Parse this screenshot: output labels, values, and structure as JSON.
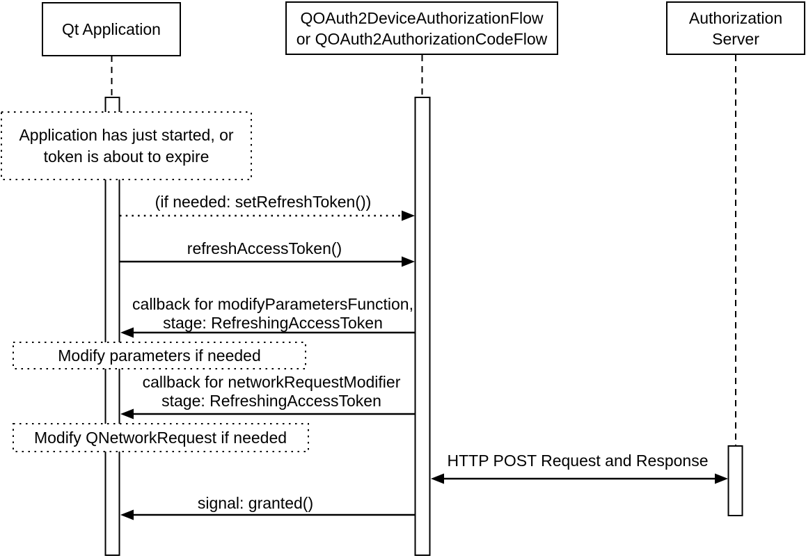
{
  "diagram": {
    "type": "sequence-diagram",
    "colors": {
      "stroke": "#000000",
      "background": "#ffffff"
    },
    "participants": [
      {
        "id": "qt-application",
        "lines": [
          "Qt Application"
        ]
      },
      {
        "id": "oauth-flow",
        "lines": [
          "QOAuth2DeviceAuthorizationFlow",
          "or QOAuth2AuthorizationCodeFlow"
        ]
      },
      {
        "id": "auth-server",
        "lines": [
          "Authorization",
          "Server"
        ]
      }
    ],
    "notes": [
      {
        "over": "qt-application",
        "lines": [
          "Application has just started, or",
          "token is about to expire"
        ]
      },
      {
        "over": "qt-application",
        "lines": [
          "Modify parameters if needed"
        ]
      },
      {
        "over": "qt-application",
        "lines": [
          "Modify QNetworkRequest if needed"
        ]
      }
    ],
    "messages": [
      {
        "from": "qt-application",
        "to": "oauth-flow",
        "line_style": "dotted",
        "direction": "right",
        "lines": [
          "(if needed: setRefreshToken())"
        ]
      },
      {
        "from": "qt-application",
        "to": "oauth-flow",
        "line_style": "solid",
        "direction": "right",
        "lines": [
          "refreshAccessToken()"
        ]
      },
      {
        "from": "oauth-flow",
        "to": "qt-application",
        "line_style": "solid",
        "direction": "left",
        "lines": [
          "callback for modifyParametersFunction,",
          "stage: RefreshingAccessToken"
        ]
      },
      {
        "from": "oauth-flow",
        "to": "qt-application",
        "line_style": "solid",
        "direction": "left",
        "lines": [
          "callback for networkRequestModifier",
          "stage: RefreshingAccessToken"
        ]
      },
      {
        "from": "oauth-flow",
        "to": "auth-server",
        "line_style": "solid",
        "direction": "both",
        "lines": [
          "HTTP POST Request and Response"
        ]
      },
      {
        "from": "oauth-flow",
        "to": "qt-application",
        "line_style": "solid",
        "direction": "left",
        "lines": [
          "signal: granted()"
        ]
      }
    ]
  }
}
